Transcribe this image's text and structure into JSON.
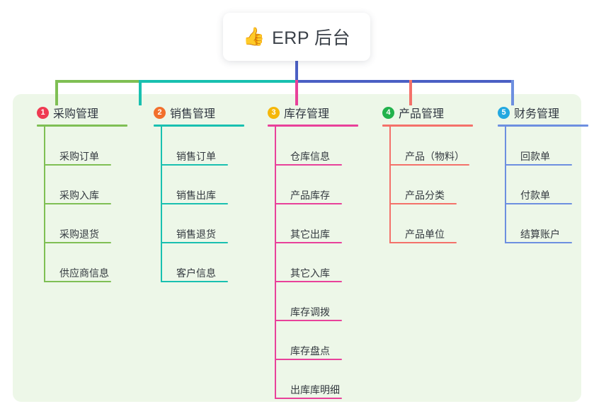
{
  "root": {
    "icon": "thumbs-up-icon",
    "emoji": "👍",
    "title": "ERP 后台"
  },
  "palette": {
    "panel_background": "#edf7e8",
    "card_background": "#ffffff",
    "text": "#33393f",
    "root_stem": "#4b5fc4",
    "branch1": "#7fbf54",
    "branch2": "#19c0b0",
    "branch3": "#e8419a",
    "branch4": "#f4716a",
    "branch5": "#6d8fe0",
    "badge1": "#ef3b52",
    "badge2": "#f2702c",
    "badge3": "#f5b70a",
    "badge4": "#22b24c",
    "badge5": "#23a8e0"
  },
  "branches": [
    {
      "number": "1",
      "label": "采购管理",
      "line_color": "#7fbf54",
      "badge_color": "#ef3b52",
      "children": [
        "采购订单",
        "采购入库",
        "采购退货",
        "供应商信息"
      ]
    },
    {
      "number": "2",
      "label": "销售管理",
      "line_color": "#19c0b0",
      "badge_color": "#f2702c",
      "children": [
        "销售订单",
        "销售出库",
        "销售退货",
        "客户信息"
      ]
    },
    {
      "number": "3",
      "label": "库存管理",
      "line_color": "#e8419a",
      "badge_color": "#f5b70a",
      "children": [
        "仓库信息",
        "产品库存",
        "其它出库",
        "其它入库",
        "库存调拨",
        "库存盘点",
        "出库库明细"
      ]
    },
    {
      "number": "4",
      "label": "产品管理",
      "line_color": "#f4716a",
      "badge_color": "#22b24c",
      "children": [
        "产品（物料）",
        "产品分类",
        "产品单位"
      ]
    },
    {
      "number": "5",
      "label": "财务管理",
      "line_color": "#6d8fe0",
      "badge_color": "#23a8e0",
      "children": [
        "回款单",
        "付款单",
        "结算账户"
      ]
    }
  ]
}
